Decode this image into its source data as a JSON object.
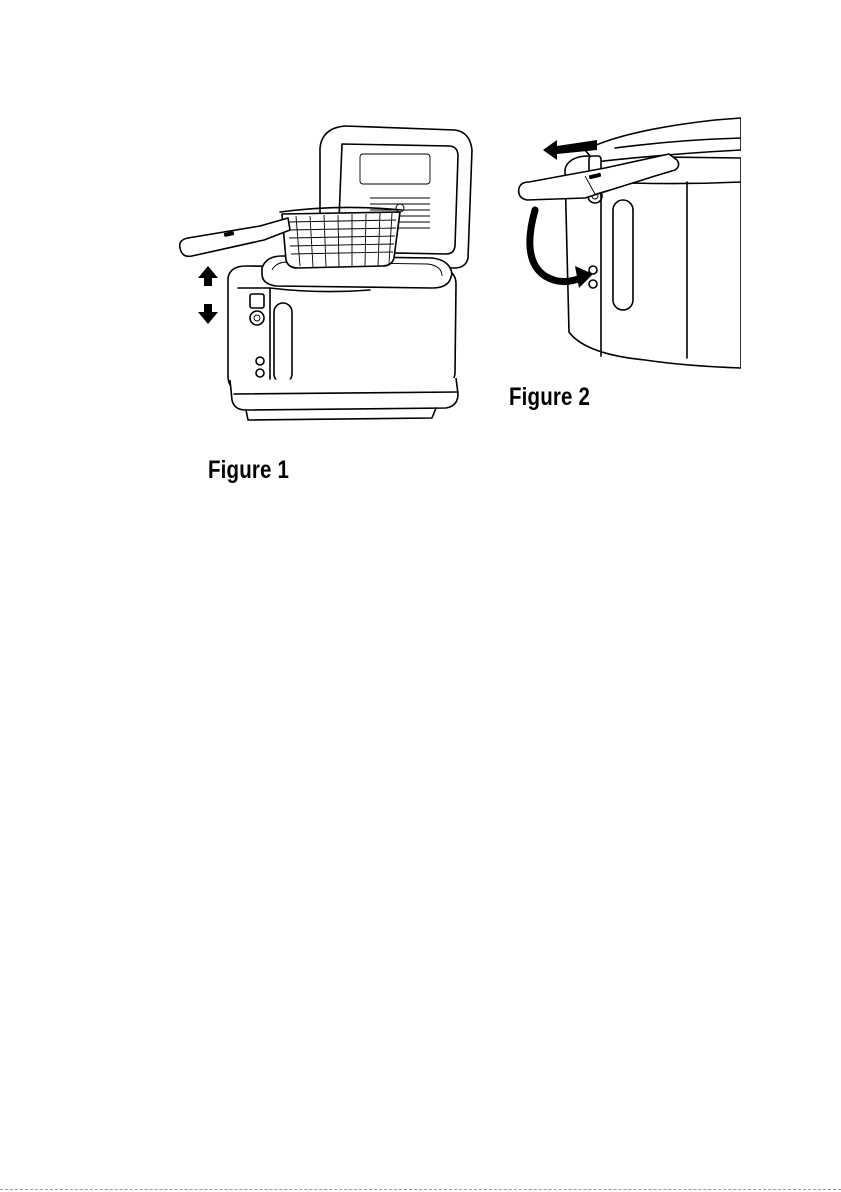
{
  "figures": [
    {
      "caption": "Figure 1",
      "icons": [
        "fryer-open-lid-illustration",
        "arrow-up-icon",
        "arrow-down-icon"
      ]
    },
    {
      "caption": "Figure 2",
      "icons": [
        "basket-handle-hook-illustration",
        "arrow-left-icon",
        "curved-arrow-icon"
      ]
    }
  ],
  "colors": {
    "ink": "#000000",
    "paper": "#ffffff"
  }
}
